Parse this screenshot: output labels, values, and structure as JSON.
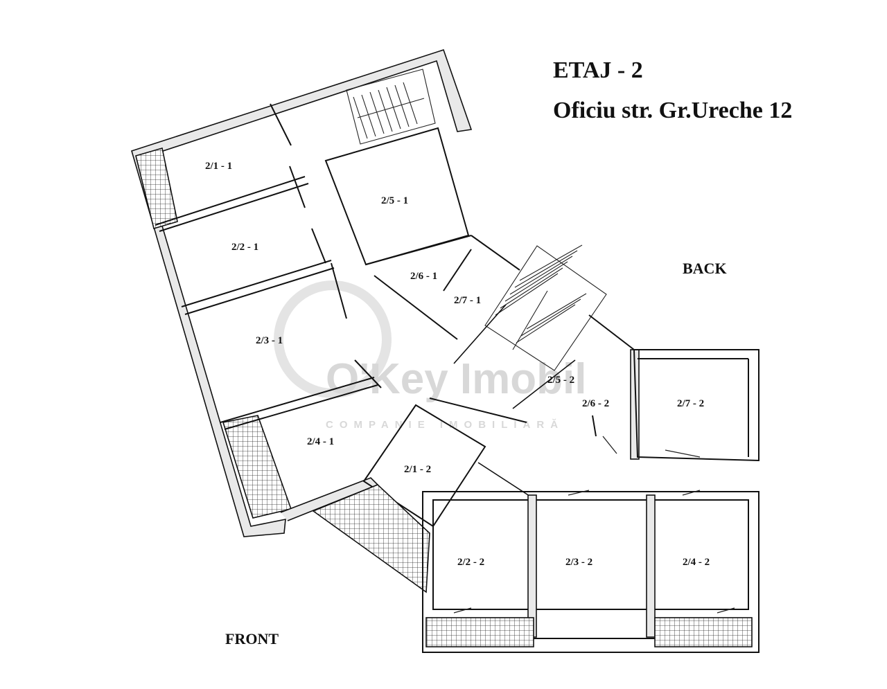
{
  "title": {
    "line1": "ETAJ - 2",
    "line2": "Oficiu str. Gr.Ureche 12"
  },
  "labels": {
    "back": "BACK",
    "front": "FRONT"
  },
  "watermark": {
    "brand": "O'Key Imobil",
    "tagline": "COMPANIE IMOBILIARĂ"
  },
  "rooms": [
    "2/1 - 1",
    "2/5 - 1",
    "2/2 - 1",
    "2/6 - 1",
    "2/7 - 1",
    "2/3 - 1",
    "2/5 - 2",
    "2/6 - 2",
    "2/7 - 2",
    "2/4 - 1",
    "2/1 - 2",
    "2/2 - 2",
    "2/3 - 2",
    "2/4 - 2"
  ],
  "colors": {
    "ink": "#111111",
    "watermark": "#d8d8d8"
  }
}
